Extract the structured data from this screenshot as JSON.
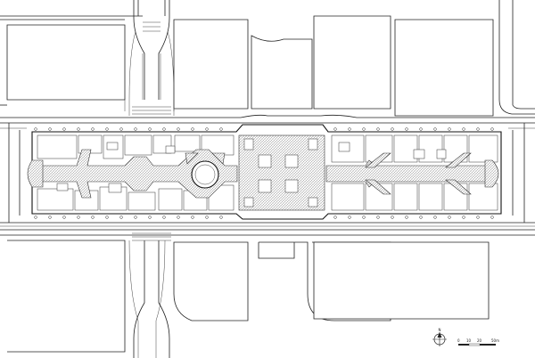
{
  "plan": {
    "north_label": "N",
    "scale_labels": [
      "0",
      "10",
      "20",
      "50m"
    ]
  },
  "colors": {
    "line": "#222222",
    "paving_hatch": "#9a9a9a",
    "background": "#ffffff"
  },
  "icons": {
    "north_arrow": "north-arrow-icon",
    "scale_bar": "scale-bar-icon"
  }
}
